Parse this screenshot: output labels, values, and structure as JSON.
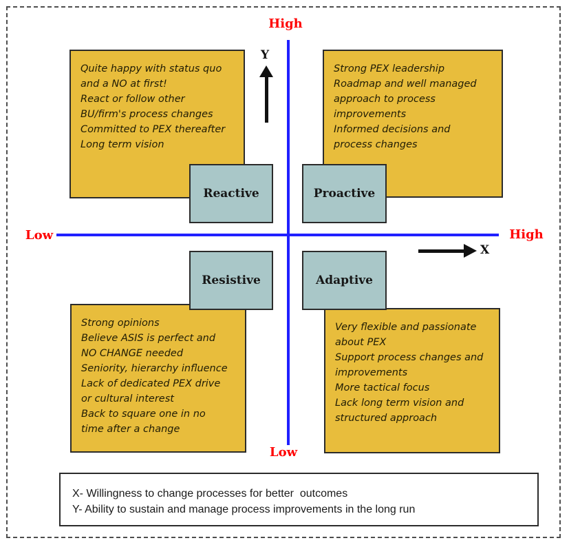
{
  "colors": {
    "note_fill": "#E8BD3C",
    "label_fill": "#A9C7C8",
    "axis_blue": "#2020FF",
    "axis_label_red": "#FF0000"
  },
  "axes": {
    "top_label": "High",
    "bottom_label": "Low",
    "left_label": "Low",
    "right_label": "High",
    "y_letter": "Y",
    "x_letter": "X"
  },
  "quadrants": {
    "reactive": {
      "label": "Reactive",
      "notes": [
        "Quite happy with status quo",
        "and a NO at first!",
        "React or follow other",
        "BU/firm's process changes",
        "Committed to PEX thereafter",
        "Long term vision"
      ]
    },
    "proactive": {
      "label": "Proactive",
      "notes": [
        "Strong PEX leadership",
        "Roadmap and well managed",
        "approach to process",
        "improvements",
        "Informed decisions and",
        "process changes"
      ]
    },
    "resistive": {
      "label": "Resistive",
      "notes": [
        "Strong opinions",
        "Believe ASIS is perfect and",
        "NO CHANGE needed",
        "Seniority, hierarchy influence",
        "Lack of dedicated PEX drive",
        "or cultural interest",
        "Back to square one in no",
        "time after a change"
      ]
    },
    "adaptive": {
      "label": "Adaptive",
      "notes": [
        "Very flexible and passionate",
        "about PEX",
        "Support process changes and",
        "improvements",
        "More tactical focus",
        "Lack long term vision and",
        "structured approach"
      ]
    }
  },
  "legend": {
    "x_definition": "X- Willingness to change processes for better  outcomes",
    "y_definition": "Y- Ability to sustain and manage process improvements in the long run"
  }
}
